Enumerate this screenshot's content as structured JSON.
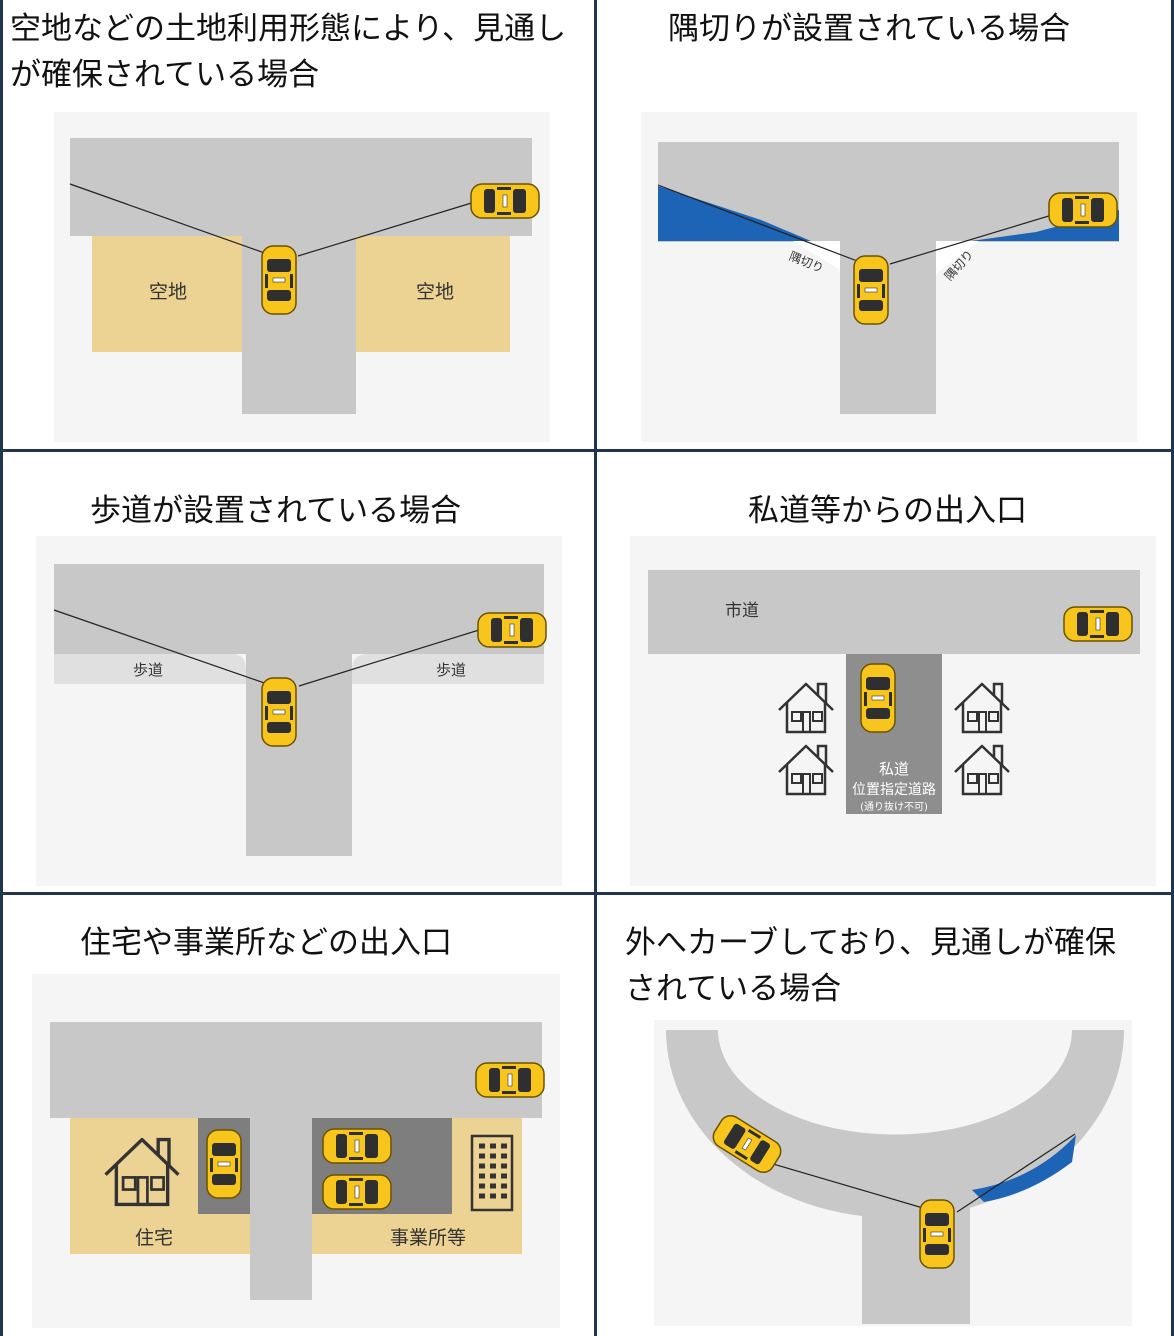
{
  "panels": [
    {
      "title": "空地などの土地利用形態により、見通し\nが確保されている場合",
      "labels": {
        "left": "空地",
        "right": "空地"
      }
    },
    {
      "title": "隅切りが設置されている場合",
      "labels": {
        "left": "隅切り",
        "right": "隅切り"
      }
    },
    {
      "title": "歩道が設置されている場合",
      "labels": {
        "left": "歩道",
        "right": "歩道"
      }
    },
    {
      "title": "私道等からの出入口",
      "labels": {
        "city_road": "市道",
        "private_road": "私道",
        "designated_road": "位置指定道路",
        "no_through": "(通り抜け不可)"
      }
    },
    {
      "title": "住宅や事業所などの出入口",
      "labels": {
        "house": "住宅",
        "office": "事業所等"
      }
    },
    {
      "title": "外へカーブしており、見通しが確保\nされている場合",
      "labels": {}
    }
  ],
  "icons": {
    "car": "taxi-car-icon",
    "house": "house-icon",
    "building": "office-building-icon"
  },
  "colors": {
    "road": "#c8c8c8",
    "vacant_lot": "#ecd293",
    "corner_cut": "#1d63b6",
    "sidewalk": "#e0e0e0",
    "private_road": "#8e8e8e",
    "car": "#f7c51c",
    "border": "#1f3550"
  }
}
